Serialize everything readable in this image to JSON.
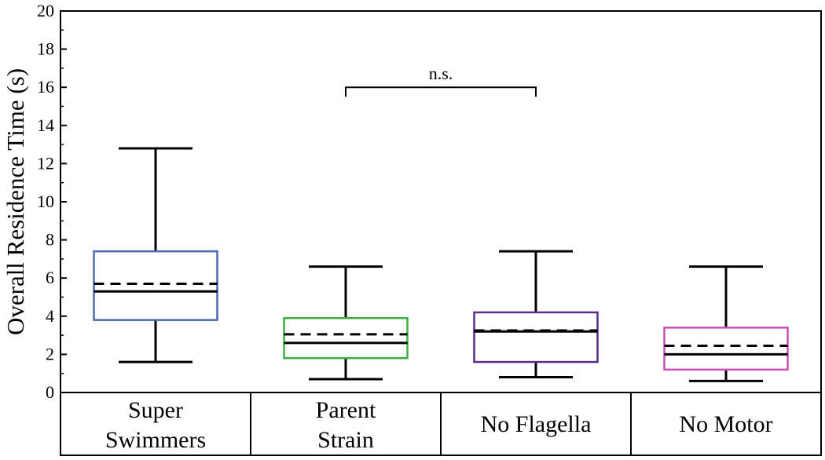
{
  "chart_data": {
    "type": "box",
    "ylabel": "Overall Residence Time (s)",
    "ylim": [
      0,
      20
    ],
    "yticks": [
      0,
      2,
      4,
      6,
      8,
      10,
      12,
      14,
      16,
      18,
      20
    ],
    "categories": [
      {
        "lines": [
          "Super",
          "Swimmers"
        ]
      },
      {
        "lines": [
          "Parent",
          "Strain"
        ]
      },
      {
        "lines": [
          "No Flagella"
        ]
      },
      {
        "lines": [
          "No Motor"
        ]
      }
    ],
    "boxes": [
      {
        "category": "Super Swimmers",
        "whisker_low": 1.6,
        "q1": 3.8,
        "median": 5.3,
        "mean": 5.7,
        "q3": 7.4,
        "whisker_high": 12.8,
        "color": "#4a68b3"
      },
      {
        "category": "Parent Strain",
        "whisker_low": 0.7,
        "q1": 1.8,
        "median": 2.6,
        "mean": 3.05,
        "q3": 3.9,
        "whisker_high": 6.6,
        "color": "#3db040"
      },
      {
        "category": "No Flagella",
        "whisker_low": 0.8,
        "q1": 1.6,
        "median": 3.2,
        "mean": 3.25,
        "q3": 4.2,
        "whisker_high": 7.4,
        "color": "#5a2d8c"
      },
      {
        "category": "No Motor",
        "whisker_low": 0.6,
        "q1": 1.2,
        "median": 2.0,
        "mean": 2.45,
        "q3": 3.4,
        "whisker_high": 6.6,
        "color": "#c94fb4"
      }
    ],
    "annotations": [
      {
        "text": "n.s.",
        "from_category": 1,
        "to_category": 2,
        "y": 16
      }
    ],
    "legend": "none",
    "grid": false
  }
}
